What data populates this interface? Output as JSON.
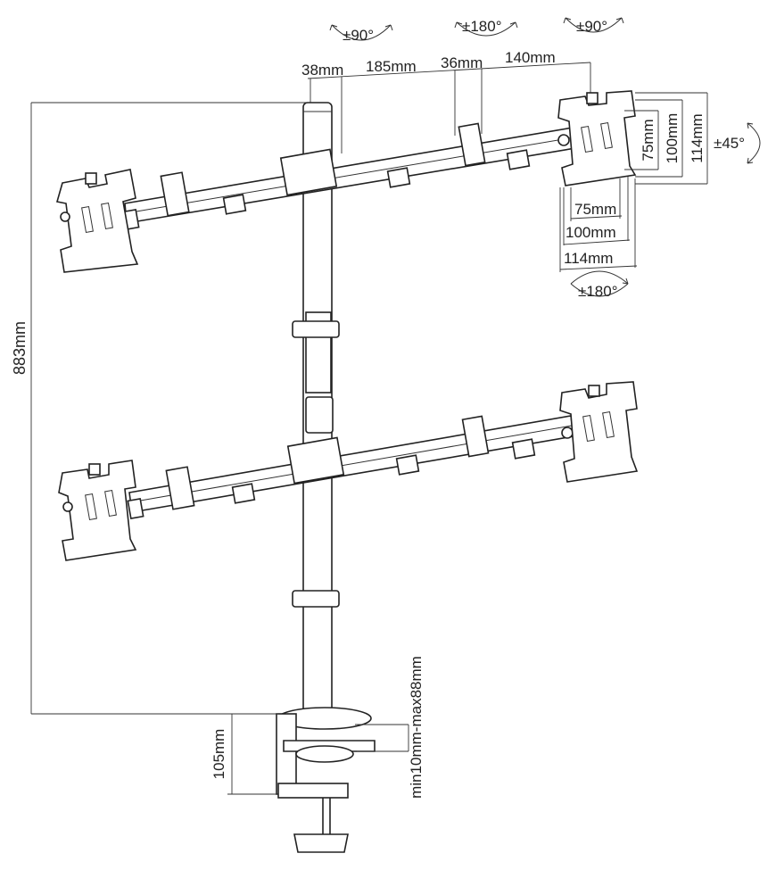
{
  "diagram": {
    "rotations": {
      "left_arm_tilt": "±90°",
      "center_swivel": "±180°",
      "right_arm_tilt": "±90°",
      "vesa_rotation": "±45°",
      "vesa_swivel": "±180°"
    },
    "arm_segments": {
      "seg_a": "38mm",
      "seg_b": "185mm",
      "seg_c": "36mm",
      "seg_d": "140mm"
    },
    "vesa": {
      "small": "75mm",
      "medium": "100mm",
      "large": "114mm"
    },
    "height": "883mm",
    "clamp": {
      "depth": "105mm",
      "desk_thickness": "min10mm-max88mm"
    }
  }
}
